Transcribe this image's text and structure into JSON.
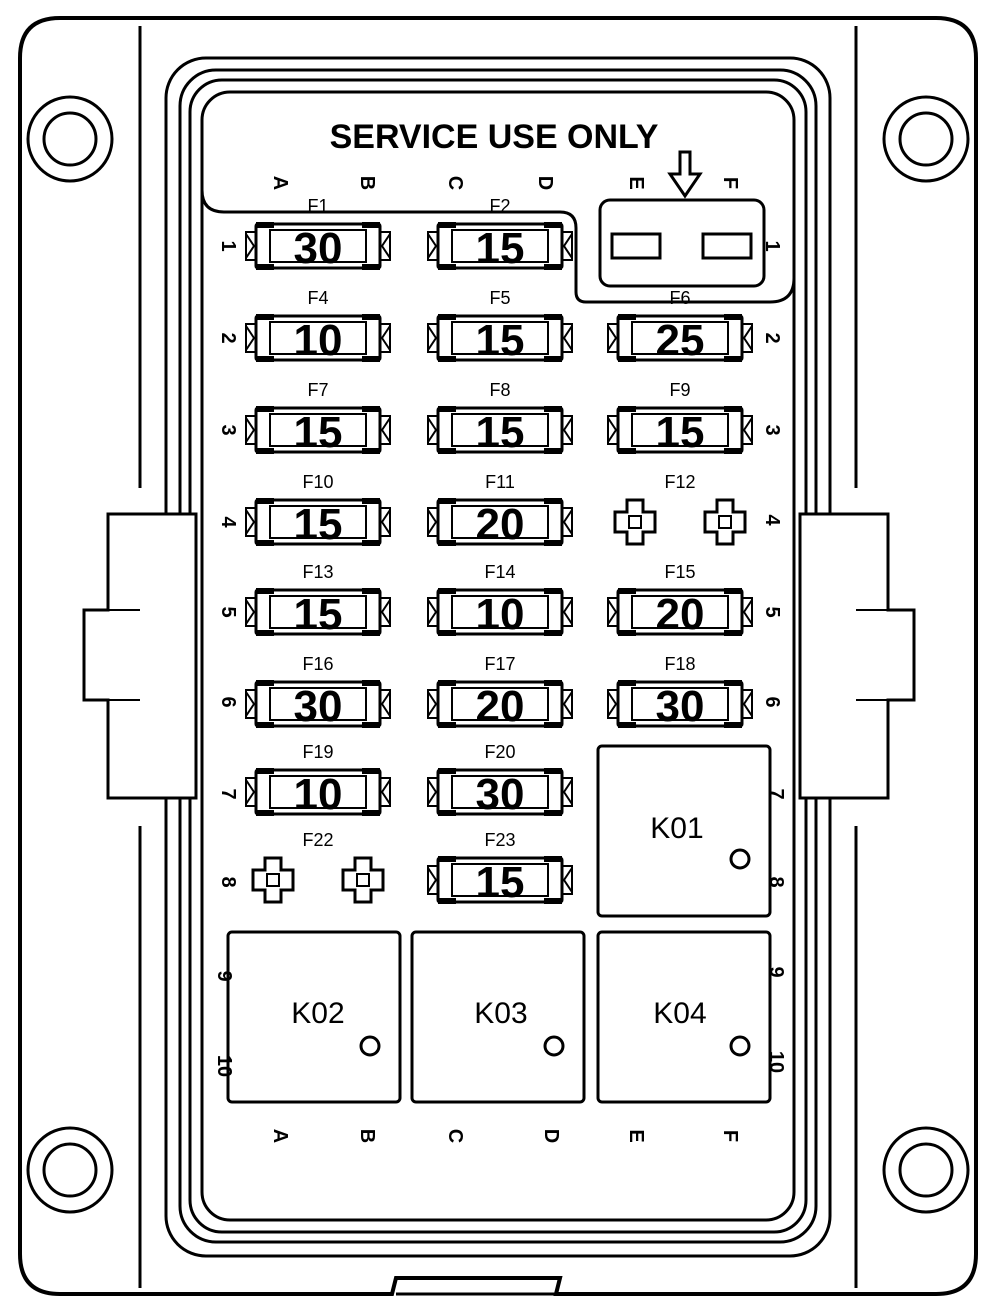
{
  "header": {
    "title": "SERVICE USE ONLY"
  },
  "columns_top": [
    "A",
    "B",
    "C",
    "D",
    "E",
    "F"
  ],
  "columns_bottom": [
    "A",
    "B",
    "C",
    "D",
    "E",
    "F"
  ],
  "rows_left": [
    "1",
    "2",
    "3",
    "4",
    "5",
    "6",
    "7",
    "8",
    "9",
    "10"
  ],
  "rows_right": [
    "1",
    "2",
    "3",
    "4",
    "5",
    "6",
    "7",
    "8",
    "9",
    "10"
  ],
  "fuses": [
    {
      "id": "F1",
      "rating": "30",
      "slot": "fuse"
    },
    {
      "id": "F2",
      "rating": "15",
      "slot": "fuse"
    },
    {
      "id": "F4",
      "rating": "10",
      "slot": "fuse"
    },
    {
      "id": "F5",
      "rating": "15",
      "slot": "fuse"
    },
    {
      "id": "F6",
      "rating": "25",
      "slot": "fuse"
    },
    {
      "id": "F7",
      "rating": "15",
      "slot": "fuse"
    },
    {
      "id": "F8",
      "rating": "15",
      "slot": "fuse"
    },
    {
      "id": "F9",
      "rating": "15",
      "slot": "fuse"
    },
    {
      "id": "F10",
      "rating": "15",
      "slot": "fuse"
    },
    {
      "id": "F11",
      "rating": "20",
      "slot": "fuse"
    },
    {
      "id": "F12",
      "rating": "",
      "slot": "empty"
    },
    {
      "id": "F13",
      "rating": "15",
      "slot": "fuse"
    },
    {
      "id": "F14",
      "rating": "10",
      "slot": "fuse"
    },
    {
      "id": "F15",
      "rating": "20",
      "slot": "fuse"
    },
    {
      "id": "F16",
      "rating": "30",
      "slot": "fuse"
    },
    {
      "id": "F17",
      "rating": "20",
      "slot": "fuse"
    },
    {
      "id": "F18",
      "rating": "30",
      "slot": "fuse"
    },
    {
      "id": "F19",
      "rating": "10",
      "slot": "fuse"
    },
    {
      "id": "F20",
      "rating": "30",
      "slot": "fuse"
    },
    {
      "id": "F22",
      "rating": "",
      "slot": "empty"
    },
    {
      "id": "F23",
      "rating": "15",
      "slot": "fuse"
    }
  ],
  "relays": [
    "K01",
    "K02",
    "K03",
    "K04"
  ]
}
